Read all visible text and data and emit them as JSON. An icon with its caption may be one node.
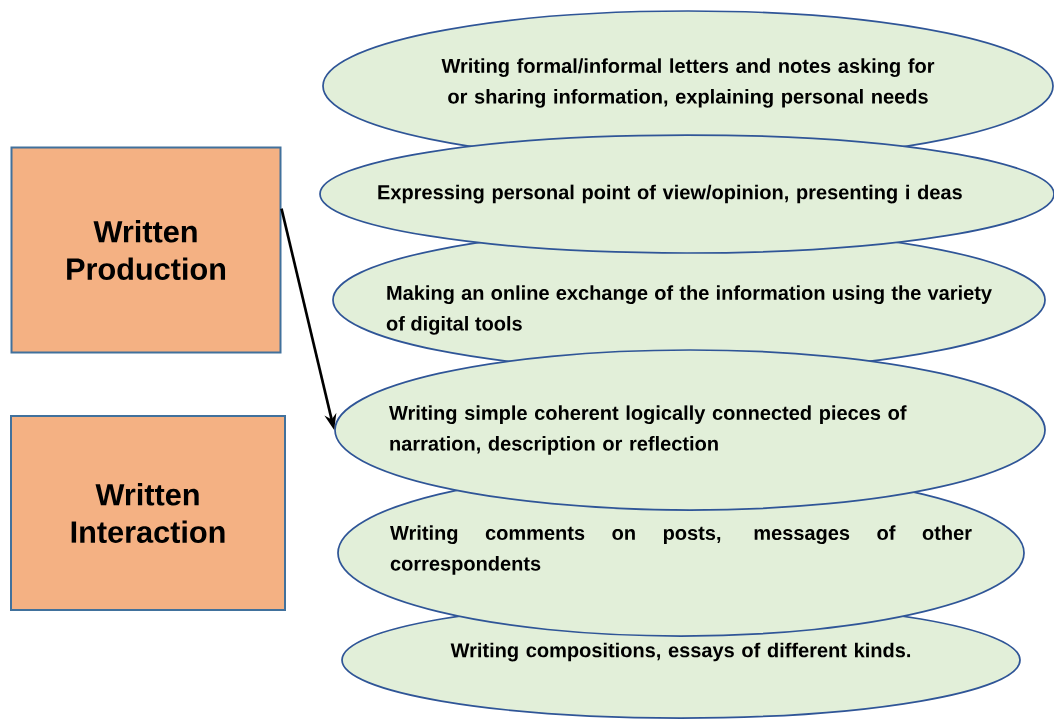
{
  "diagram": {
    "nodes": [
      {
        "text": [
          "Written Production"
        ]
      },
      {
        "text": [
          "Written Interaction"
        ]
      },
      {
        "text": [
          "Writing formal/informal letters and notes asking for or sharing information, explaining personal needs"
        ]
      },
      {
        "text": [
          "Expressing personal point of view/opinion, presenting i deas"
        ]
      },
      {
        "text": [
          "Making an online exchange of the information using the variety of digital tools"
        ]
      },
      {
        "text": [
          "Writing simple coherent logically connected pieces of narration, description or reflection"
        ]
      },
      {
        "text": [
          "Writing comments on posts, messages of other correspondents"
        ]
      },
      {
        "text": [
          "Writing compositions, essays of different kinds."
        ]
      }
    ],
    "edges": [
      {
        "from": 0,
        "to": 5,
        "arrow": "to"
      }
    ]
  }
}
